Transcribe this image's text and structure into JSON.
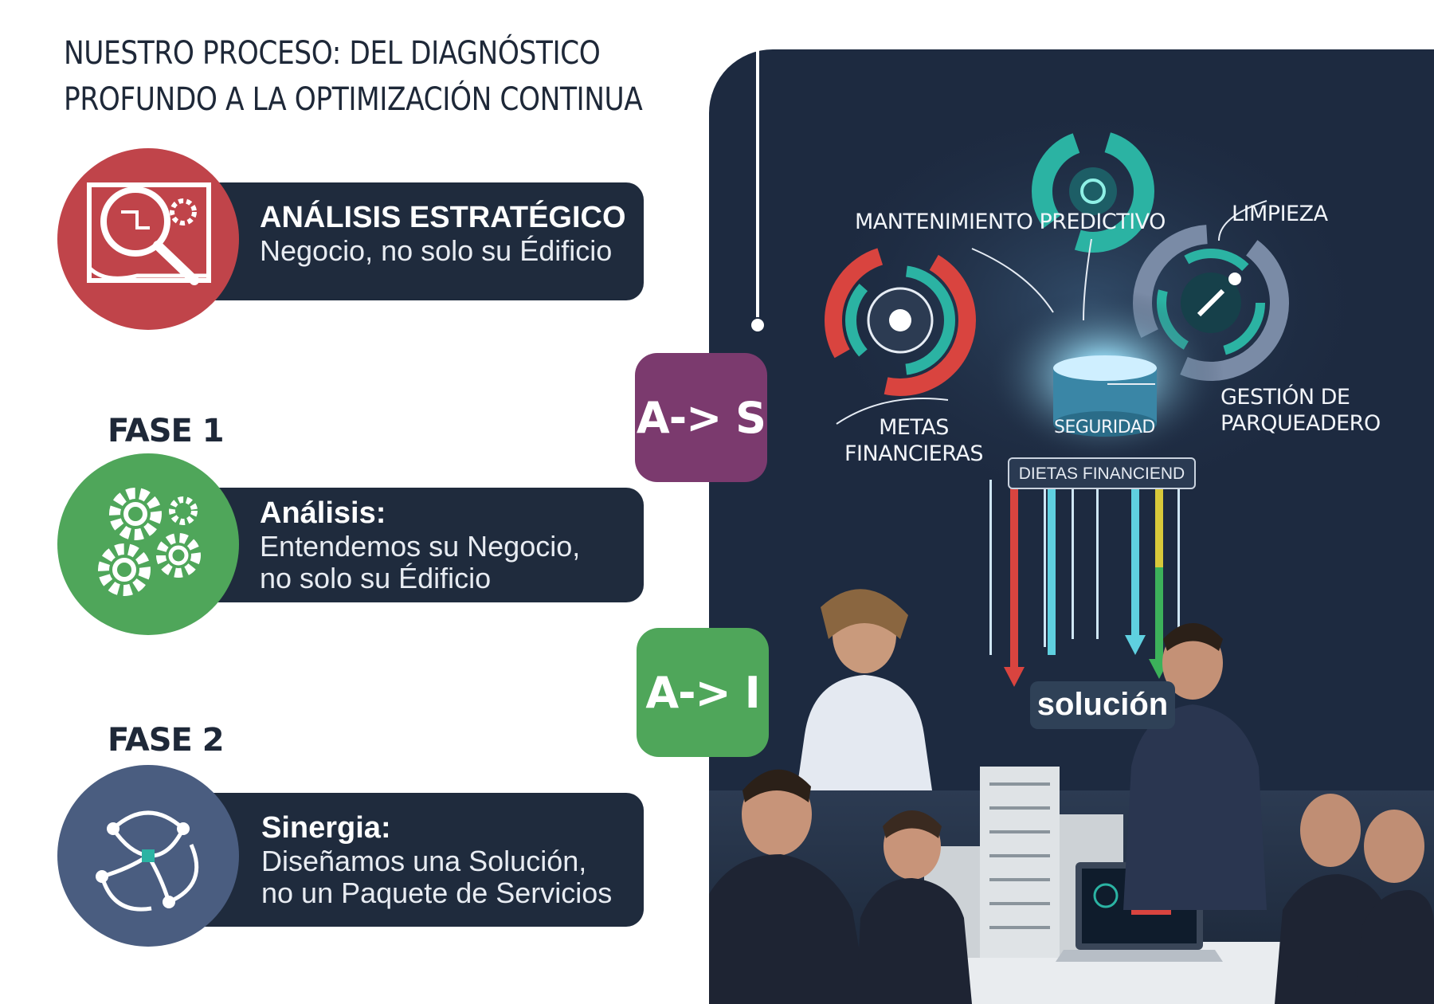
{
  "title": {
    "line1": "NUESTRO PROCESO: DEL DIAGNÓSTICO",
    "line2": "PROFUNDO A LA OPTIMIZACIÓN CONTINUA"
  },
  "steps": [
    {
      "heading": "ANÁLISIS ESTRATÉGICO",
      "text_lines": [
        "Negocio, no solo su Édificio"
      ],
      "icon": "magnifier-blueprint-icon",
      "color": "#c0444a"
    },
    {
      "phase": "FASE 1",
      "heading": "Análisis:",
      "text_lines": [
        "Entendemos su Negocio,",
        "no solo su Édificio"
      ],
      "icon": "gears-icon",
      "color": "#4fa65a"
    },
    {
      "phase": "FASE 2",
      "heading": "Sinergia:",
      "text_lines": [
        "Diseñamos una Solución,",
        "no un Paquete de Servicios"
      ],
      "icon": "synergy-cycle-icon",
      "color": "#4a5d80"
    }
  ],
  "connectors": [
    {
      "label": "A-> S",
      "color": "#7b3a6e"
    },
    {
      "label": "A-> I",
      "color": "#4fa65a"
    }
  ],
  "diagram": {
    "labels": {
      "predictive": "MANTENIMIENTO PREDICTIVO",
      "cleaning": "LIMPIEZA",
      "parking": "GESTIÓN DE\nPARQUEADERO",
      "goals": "METAS\nFINANCIERAS",
      "security": "SEGURIDAD",
      "box": "DIETAS FINANCIEND",
      "solution": "solución"
    },
    "colors": {
      "panel": "#1d2a40",
      "teal": "#2bb3a3",
      "red": "#d9443f",
      "cyan": "#5fd0e0",
      "green": "#3cb15a",
      "yellow": "#d8c93a"
    }
  }
}
